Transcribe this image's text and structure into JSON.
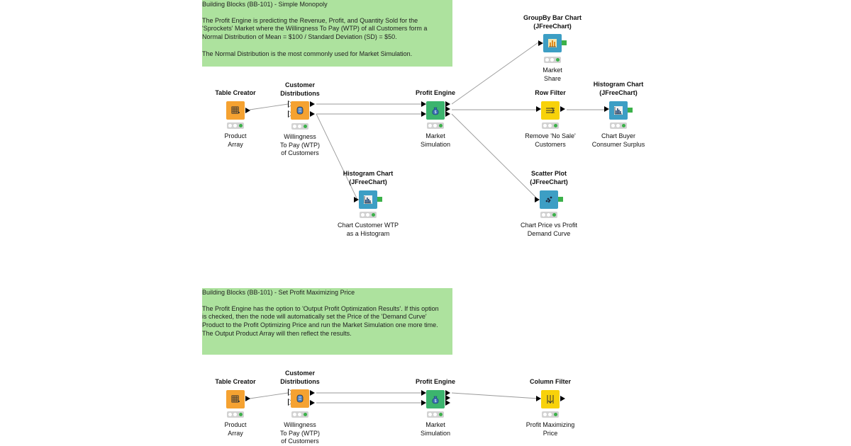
{
  "annotations": {
    "top": {
      "title": "Building Blocks (BB-101) - Simple Monopoly",
      "body": "The Profit Engine is predicting the Revenue, Profit, and Quantity Sold for the\n'Sprockets' Market where the Willingness To Pay (WTP) of all Customers form a\nNormal Distribution of Mean = $100 / Standard Deviation (SD) = $50.\n\nThe Normal Distribution is the most commonly used for Market Simulation."
    },
    "bottom": {
      "title": "Building Blocks (BB-101) - Set Profit Maximizing Price",
      "body": "The Profit Engine has the option to 'Output Profit Optimization Results'. If this option\nis checked, then the node will automatically set the Price of the 'Demand Curve'\nProduct to the Profit Optimizing Price and run the Market Simulation one more time.\nThe Output Product Array will then reflect the results."
    }
  },
  "nodes": {
    "table_creator_1": {
      "title": "Table Creator",
      "label": "Product\nArray",
      "color": "#f5a231",
      "icon": "table-grid-icon"
    },
    "customer_dist_1": {
      "title": "Customer\nDistributions",
      "label": "Willingness\nTo Pay (WTP)\nof Customers",
      "color": "#f5a231",
      "icon": "customer-distribution-icon"
    },
    "profit_engine_1": {
      "title": "Profit Engine",
      "label": "Market\nSimulation",
      "color": "#3cb46e",
      "icon": "money-bag-icon"
    },
    "groupby_bar": {
      "title": "GroupBy Bar Chart\n(JFreeChart)",
      "label": "Market\nShare",
      "color": "#3d9ec4",
      "icon": "bar-chart-icon"
    },
    "row_filter": {
      "title": "Row Filter",
      "label": "Remove 'No Sale'\nCustomers",
      "color": "#f8d20a",
      "icon": "row-filter-icon"
    },
    "histogram_right": {
      "title": "Histogram Chart\n(JFreeChart)",
      "label": "Chart Buyer\nConsumer Surplus",
      "color": "#3d9ec4",
      "icon": "histogram-icon"
    },
    "histogram_mid": {
      "title": "Histogram Chart\n(JFreeChart)",
      "label": "Chart Customer WTP\nas a Histogram",
      "color": "#3d9ec4",
      "icon": "histogram-icon"
    },
    "scatter_plot": {
      "title": "Scatter Plot\n(JFreeChart)",
      "label": "Chart Price vs Profit\nDemand Curve",
      "color": "#3d9ec4",
      "icon": "scatter-plot-icon"
    },
    "table_creator_2": {
      "title": "Table Creator",
      "label": "Product\nArray",
      "color": "#f5a231",
      "icon": "table-grid-icon"
    },
    "customer_dist_2": {
      "title": "Customer\nDistributions",
      "label": "Willingness\nTo Pay (WTP)\nof Customers",
      "color": "#f5a231",
      "icon": "customer-distribution-icon"
    },
    "profit_engine_2": {
      "title": "Profit Engine",
      "label": "Market\nSimulation",
      "color": "#3cb46e",
      "icon": "money-bag-icon"
    },
    "column_filter": {
      "title": "Column Filter",
      "label": "Profit Maximizing\nPrice",
      "color": "#f8d20a",
      "icon": "column-filter-icon"
    }
  },
  "colors": {
    "annotation_bg": "#ade29e",
    "status_green": "#3cb14a",
    "status_track": "#d2d2d2",
    "wire": "#9a9a9a"
  }
}
